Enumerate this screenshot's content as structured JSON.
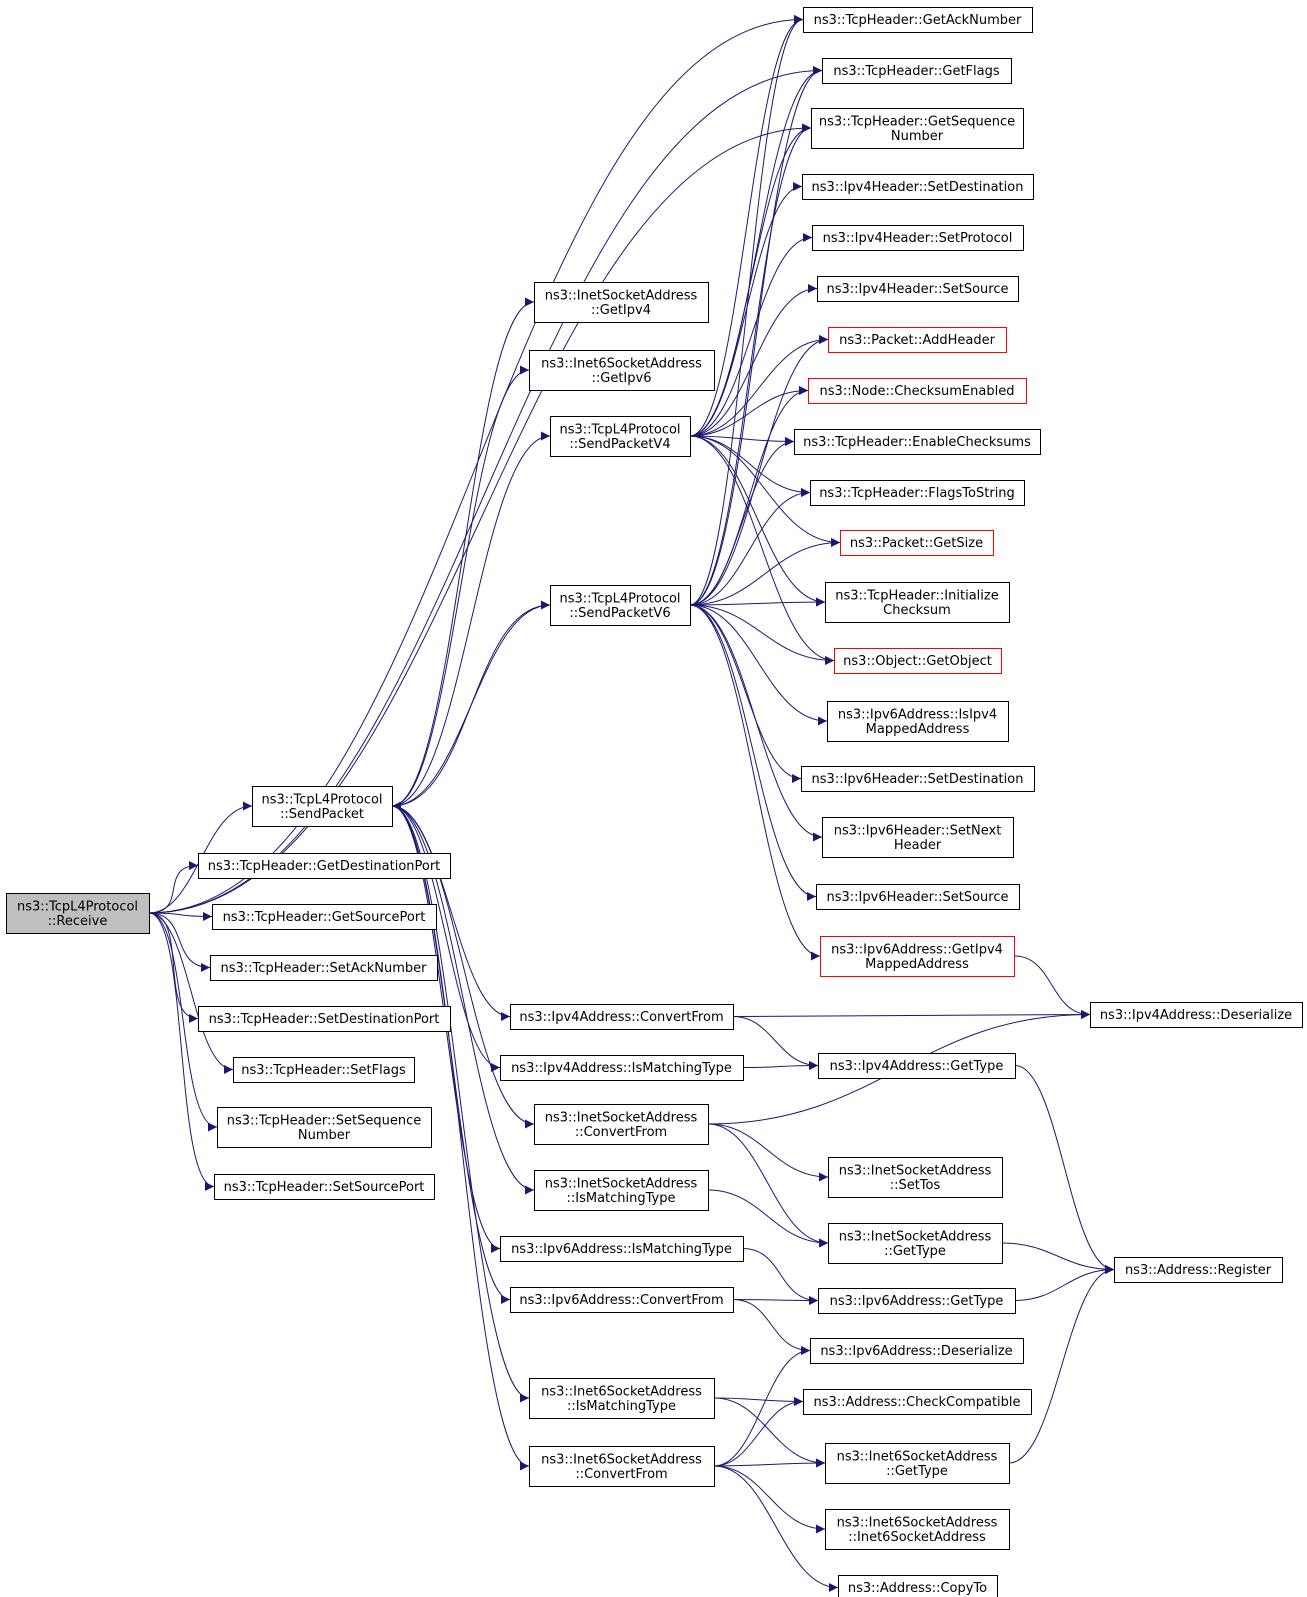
{
  "colors": {
    "edge": "#191970",
    "node_border": "#000000",
    "highlight_border": "#ff0000",
    "root_fill": "#bfbfbf",
    "node_fill": "#ffffff"
  },
  "nodes": [
    {
      "id": "receive",
      "lines": [
        "ns3::TcpL4Protocol",
        "::Receive"
      ],
      "style": "root"
    },
    {
      "id": "sendpacket",
      "lines": [
        "ns3::TcpL4Protocol",
        "::SendPacket"
      ],
      "style": "normal"
    },
    {
      "id": "getdestport",
      "lines": [
        "ns3::TcpHeader::GetDestinationPort"
      ],
      "style": "normal"
    },
    {
      "id": "getsourceport",
      "lines": [
        "ns3::TcpHeader::GetSourcePort"
      ],
      "style": "normal"
    },
    {
      "id": "setacknumber",
      "lines": [
        "ns3::TcpHeader::SetAckNumber"
      ],
      "style": "normal"
    },
    {
      "id": "setdestport",
      "lines": [
        "ns3::TcpHeader::SetDestinationPort"
      ],
      "style": "normal"
    },
    {
      "id": "setflags",
      "lines": [
        "ns3::TcpHeader::SetFlags"
      ],
      "style": "normal"
    },
    {
      "id": "setseqnum",
      "lines": [
        "ns3::TcpHeader::SetSequence",
        "Number"
      ],
      "style": "normal"
    },
    {
      "id": "setsourceport",
      "lines": [
        "ns3::TcpHeader::SetSourcePort"
      ],
      "style": "normal"
    },
    {
      "id": "inet_getipv4",
      "lines": [
        "ns3::InetSocketAddress",
        "::GetIpv4"
      ],
      "style": "normal"
    },
    {
      "id": "inet6_getipv6",
      "lines": [
        "ns3::Inet6SocketAddress",
        "::GetIpv6"
      ],
      "style": "normal"
    },
    {
      "id": "sendv4",
      "lines": [
        "ns3::TcpL4Protocol",
        "::SendPacketV4"
      ],
      "style": "normal"
    },
    {
      "id": "sendv6",
      "lines": [
        "ns3::TcpL4Protocol",
        "::SendPacketV6"
      ],
      "style": "normal"
    },
    {
      "id": "ipv4_convert",
      "lines": [
        "ns3::Ipv4Address::ConvertFrom"
      ],
      "style": "normal"
    },
    {
      "id": "ipv4_ismatch",
      "lines": [
        "ns3::Ipv4Address::IsMatchingType"
      ],
      "style": "normal"
    },
    {
      "id": "inet_convert",
      "lines": [
        "ns3::InetSocketAddress",
        "::ConvertFrom"
      ],
      "style": "normal"
    },
    {
      "id": "inet_ismatch",
      "lines": [
        "ns3::InetSocketAddress",
        "::IsMatchingType"
      ],
      "style": "normal"
    },
    {
      "id": "ipv6_ismatch",
      "lines": [
        "ns3::Ipv6Address::IsMatchingType"
      ],
      "style": "normal"
    },
    {
      "id": "ipv6_convert",
      "lines": [
        "ns3::Ipv6Address::ConvertFrom"
      ],
      "style": "normal"
    },
    {
      "id": "inet6_ismatch",
      "lines": [
        "ns3::Inet6SocketAddress",
        "::IsMatchingType"
      ],
      "style": "normal"
    },
    {
      "id": "inet6_convert",
      "lines": [
        "ns3::Inet6SocketAddress",
        "::ConvertFrom"
      ],
      "style": "normal"
    },
    {
      "id": "getacknumber",
      "lines": [
        "ns3::TcpHeader::GetAckNumber"
      ],
      "style": "normal"
    },
    {
      "id": "getflags",
      "lines": [
        "ns3::TcpHeader::GetFlags"
      ],
      "style": "normal"
    },
    {
      "id": "getseqnum",
      "lines": [
        "ns3::TcpHeader::GetSequence",
        "Number"
      ],
      "style": "normal"
    },
    {
      "id": "ipv4h_setdest",
      "lines": [
        "ns3::Ipv4Header::SetDestination"
      ],
      "style": "normal"
    },
    {
      "id": "ipv4h_setproto",
      "lines": [
        "ns3::Ipv4Header::SetProtocol"
      ],
      "style": "normal"
    },
    {
      "id": "ipv4h_setsrc",
      "lines": [
        "ns3::Ipv4Header::SetSource"
      ],
      "style": "normal"
    },
    {
      "id": "addheader",
      "lines": [
        "ns3::Packet::AddHeader"
      ],
      "style": "highlight"
    },
    {
      "id": "checksumenabled",
      "lines": [
        "ns3::Node::ChecksumEnabled"
      ],
      "style": "highlight"
    },
    {
      "id": "enablechecksums",
      "lines": [
        "ns3::TcpHeader::EnableChecksums"
      ],
      "style": "normal"
    },
    {
      "id": "flagstostring",
      "lines": [
        "ns3::TcpHeader::FlagsToString"
      ],
      "style": "normal"
    },
    {
      "id": "getsize",
      "lines": [
        "ns3::Packet::GetSize"
      ],
      "style": "highlight"
    },
    {
      "id": "initchecksum",
      "lines": [
        "ns3::TcpHeader::Initialize",
        "Checksum"
      ],
      "style": "normal"
    },
    {
      "id": "getobject",
      "lines": [
        "ns3::Object::GetObject"
      ],
      "style": "highlight"
    },
    {
      "id": "isipv4mapped",
      "lines": [
        "ns3::Ipv6Address::IsIpv4",
        "MappedAddress"
      ],
      "style": "normal"
    },
    {
      "id": "ipv6h_setdest",
      "lines": [
        "ns3::Ipv6Header::SetDestination"
      ],
      "style": "normal"
    },
    {
      "id": "ipv6h_setnext",
      "lines": [
        "ns3::Ipv6Header::SetNext",
        "Header"
      ],
      "style": "normal"
    },
    {
      "id": "ipv6h_setsrc",
      "lines": [
        "ns3::Ipv6Header::SetSource"
      ],
      "style": "normal"
    },
    {
      "id": "getipv4mapped",
      "lines": [
        "ns3::Ipv6Address::GetIpv4",
        "MappedAddress"
      ],
      "style": "highlight"
    },
    {
      "id": "ipv4_deserialize",
      "lines": [
        "ns3::Ipv4Address::Deserialize"
      ],
      "style": "normal"
    },
    {
      "id": "ipv4_gettype",
      "lines": [
        "ns3::Ipv4Address::GetType"
      ],
      "style": "normal"
    },
    {
      "id": "inet_settos",
      "lines": [
        "ns3::InetSocketAddress",
        "::SetTos"
      ],
      "style": "normal"
    },
    {
      "id": "inet_gettype",
      "lines": [
        "ns3::InetSocketAddress",
        "::GetType"
      ],
      "style": "normal"
    },
    {
      "id": "address_register",
      "lines": [
        "ns3::Address::Register"
      ],
      "style": "normal"
    },
    {
      "id": "ipv6_gettype",
      "lines": [
        "ns3::Ipv6Address::GetType"
      ],
      "style": "normal"
    },
    {
      "id": "ipv6_deserialize",
      "lines": [
        "ns3::Ipv6Address::Deserialize"
      ],
      "style": "normal"
    },
    {
      "id": "checkcompatible",
      "lines": [
        "ns3::Address::CheckCompatible"
      ],
      "style": "normal"
    },
    {
      "id": "inet6_gettype",
      "lines": [
        "ns3::Inet6SocketAddress",
        "::GetType"
      ],
      "style": "normal"
    },
    {
      "id": "inet6_ctor",
      "lines": [
        "ns3::Inet6SocketAddress",
        "::Inet6SocketAddress"
      ],
      "style": "normal"
    },
    {
      "id": "copyto",
      "lines": [
        "ns3::Address::CopyTo"
      ],
      "style": "normal"
    }
  ],
  "edges": [
    [
      "receive",
      "sendpacket"
    ],
    [
      "receive",
      "getdestport"
    ],
    [
      "receive",
      "getsourceport"
    ],
    [
      "receive",
      "setacknumber"
    ],
    [
      "receive",
      "setdestport"
    ],
    [
      "receive",
      "setflags"
    ],
    [
      "receive",
      "setseqnum"
    ],
    [
      "receive",
      "setsourceport"
    ],
    [
      "receive",
      "getacknumber"
    ],
    [
      "receive",
      "getflags"
    ],
    [
      "receive",
      "getseqnum"
    ],
    [
      "sendpacket",
      "inet_getipv4"
    ],
    [
      "sendpacket",
      "inet6_getipv6"
    ],
    [
      "sendpacket",
      "sendv4"
    ],
    [
      "sendpacket",
      "sendv6"
    ],
    [
      "sendpacket",
      "ipv4_convert"
    ],
    [
      "sendpacket",
      "ipv4_ismatch"
    ],
    [
      "sendpacket",
      "inet_convert"
    ],
    [
      "sendpacket",
      "inet_ismatch"
    ],
    [
      "sendpacket",
      "ipv6_ismatch"
    ],
    [
      "sendpacket",
      "ipv6_convert"
    ],
    [
      "sendpacket",
      "inet6_ismatch"
    ],
    [
      "sendpacket",
      "inet6_convert"
    ],
    [
      "sendv4",
      "getacknumber"
    ],
    [
      "sendv4",
      "getflags"
    ],
    [
      "sendv4",
      "getseqnum"
    ],
    [
      "sendv4",
      "ipv4h_setdest"
    ],
    [
      "sendv4",
      "ipv4h_setproto"
    ],
    [
      "sendv4",
      "ipv4h_setsrc"
    ],
    [
      "sendv4",
      "addheader"
    ],
    [
      "sendv4",
      "checksumenabled"
    ],
    [
      "sendv4",
      "enablechecksums"
    ],
    [
      "sendv4",
      "flagstostring"
    ],
    [
      "sendv4",
      "getsize"
    ],
    [
      "sendv4",
      "initchecksum"
    ],
    [
      "sendv4",
      "getobject"
    ],
    [
      "sendv6",
      "getacknumber"
    ],
    [
      "sendv6",
      "getflags"
    ],
    [
      "sendv6",
      "getseqnum"
    ],
    [
      "sendv6",
      "addheader"
    ],
    [
      "sendv6",
      "checksumenabled"
    ],
    [
      "sendv6",
      "enablechecksums"
    ],
    [
      "sendv6",
      "flagstostring"
    ],
    [
      "sendv6",
      "getsize"
    ],
    [
      "sendv6",
      "initchecksum"
    ],
    [
      "sendv6",
      "getobject"
    ],
    [
      "sendv6",
      "isipv4mapped"
    ],
    [
      "sendv6",
      "ipv6h_setdest"
    ],
    [
      "sendv6",
      "ipv6h_setnext"
    ],
    [
      "sendv6",
      "ipv6h_setsrc"
    ],
    [
      "sendv6",
      "getipv4mapped"
    ],
    [
      "sendv6",
      "sendpacket"
    ],
    [
      "getipv4mapped",
      "ipv4_deserialize"
    ],
    [
      "ipv4_convert",
      "ipv4_deserialize"
    ],
    [
      "ipv4_convert",
      "ipv4_gettype"
    ],
    [
      "ipv4_ismatch",
      "ipv4_gettype"
    ],
    [
      "ipv4_gettype",
      "address_register"
    ],
    [
      "inet_convert",
      "ipv4_deserialize"
    ],
    [
      "inet_convert",
      "inet_settos"
    ],
    [
      "inet_convert",
      "inet_gettype"
    ],
    [
      "inet_ismatch",
      "inet_gettype"
    ],
    [
      "inet_gettype",
      "address_register"
    ],
    [
      "ipv6_ismatch",
      "ipv6_gettype"
    ],
    [
      "ipv6_convert",
      "ipv6_gettype"
    ],
    [
      "ipv6_convert",
      "ipv6_deserialize"
    ],
    [
      "ipv6_gettype",
      "address_register"
    ],
    [
      "inet6_ismatch",
      "checkcompatible"
    ],
    [
      "inet6_ismatch",
      "inet6_gettype"
    ],
    [
      "inet6_convert",
      "ipv6_deserialize"
    ],
    [
      "inet6_convert",
      "checkcompatible"
    ],
    [
      "inet6_convert",
      "inet6_gettype"
    ],
    [
      "inet6_convert",
      "inet6_ctor"
    ],
    [
      "inet6_convert",
      "copyto"
    ],
    [
      "inet6_gettype",
      "address_register"
    ]
  ]
}
